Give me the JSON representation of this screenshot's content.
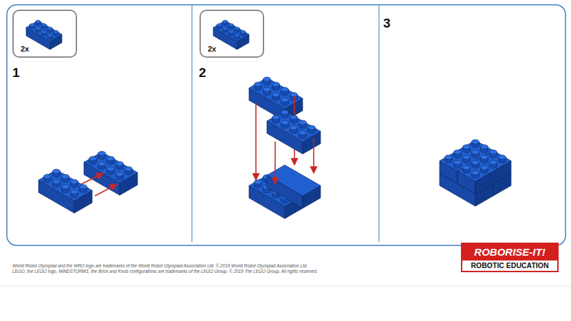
{
  "diagram": {
    "nodes": [
      {
        "text": [
          "2x"
        ]
      },
      {
        "text": [
          "2x"
        ]
      },
      {
        "text": [
          "ROBORISE-IT!",
          "ROBOTIC EDUCATION"
        ]
      }
    ],
    "labels": [
      "1",
      "2",
      "3",
      "World Robot Olympiad and the WRO logo are trademarks of the World Robot Olympiad Association Ltd. © 2019 World Robot Olympiad Association Ltd.",
      "LEGO, the LEGO logo, MINDSTORMS, the Brick and Knob configurations are trademarks of the LEGO Group. © 2019 The LEGO Group. All rights reserved."
    ]
  }
}
